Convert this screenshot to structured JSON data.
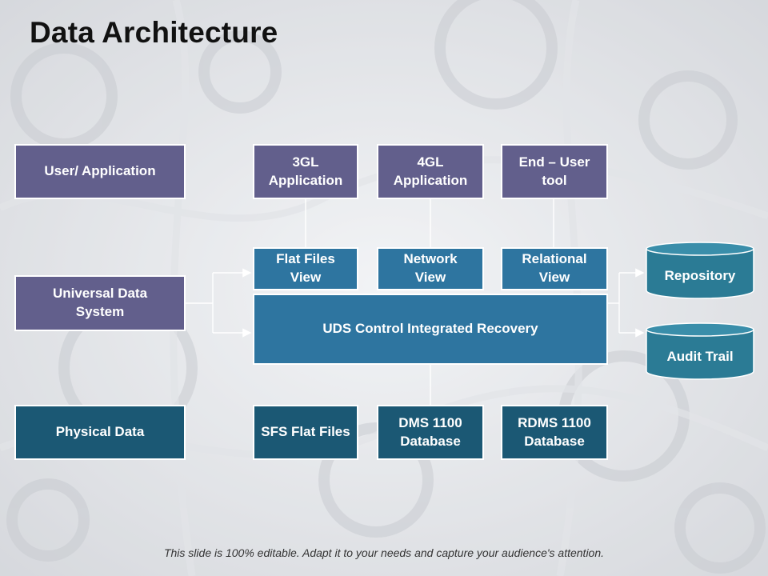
{
  "title": "Data Architecture",
  "boxes": {
    "user_application": "User/ Application",
    "app_3gl": "3GL\nApplication",
    "app_4gl": "4GL\nApplication",
    "end_user_tool": "End – User\ntool",
    "universal_data_system": "Universal Data\nSystem",
    "flat_files_view": "Flat Files\nView",
    "network_view": "Network\nView",
    "relational_view": "Relational\nView",
    "uds_control": "UDS Control Integrated Recovery",
    "physical_data": "Physical Data",
    "sfs_flat_files": "SFS Flat Files",
    "dms_database": "DMS 1100\nDatabase",
    "rdms_database": "RDMS 1100\nDatabase"
  },
  "cylinders": {
    "repository": "Repository",
    "audit_trail": "Audit Trail"
  },
  "colors": {
    "purple": "#625f8c",
    "blue": "#2e75a0",
    "dark_teal": "#1b5874",
    "cylinder": "#2b7b95"
  },
  "footer": "This slide is 100% editable. Adapt it to your needs and capture your audience's attention."
}
